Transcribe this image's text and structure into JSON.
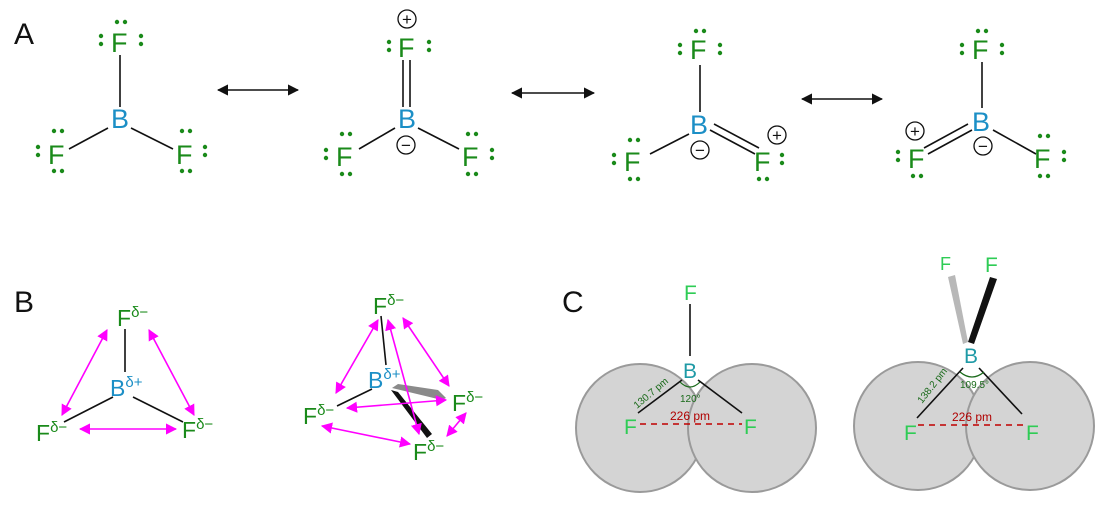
{
  "panels": {
    "a": "A",
    "b": "B",
    "c": "C"
  },
  "atoms": {
    "fluorine": "F",
    "boron": "B"
  },
  "partial_charges": {
    "positive": "δ+",
    "negative": "δ−"
  },
  "formal_charges": {
    "plus": "+",
    "minus": "−"
  },
  "geometry": {
    "planar": {
      "bond_length": "130.7 pm",
      "bond_angle": "120°",
      "f_f_distance": "226 pm"
    },
    "pyramidal": {
      "bond_length": "138.2 pm",
      "bond_angle": "109.5°",
      "f_f_distance": "226 pm"
    }
  },
  "colors": {
    "fluorine": "#1a8a1a",
    "boron": "#1c8fc6",
    "dipole_arrows": "#ff00ff",
    "distance": "#c00000",
    "sphere_fill": "#d4d4d4"
  }
}
